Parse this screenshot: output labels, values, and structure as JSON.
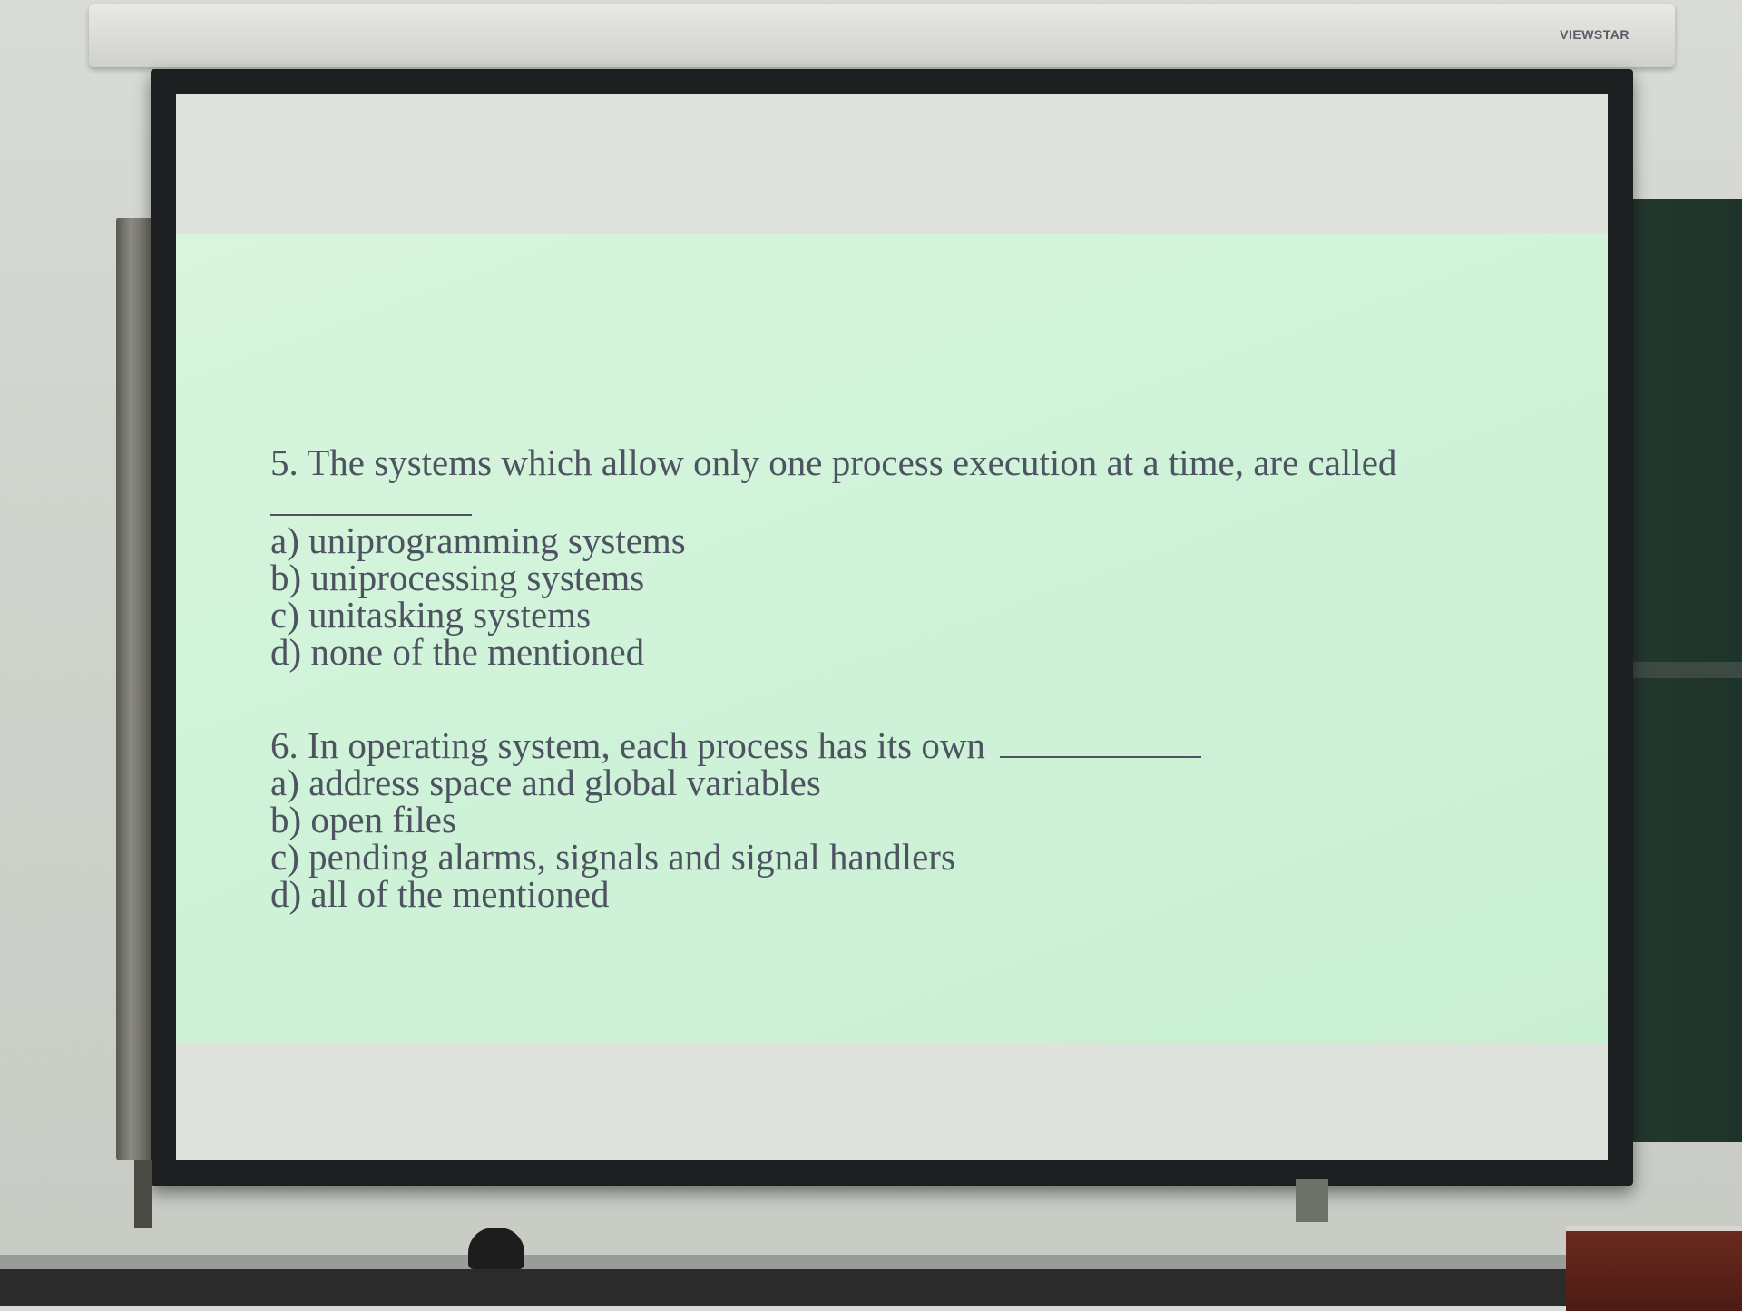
{
  "projector_screen": {
    "brand": "VIEWSTAR"
  },
  "slide": {
    "question_5": {
      "prompt": "5. The systems which allow only one process execution at a time, are called",
      "options": [
        "a) uniprogramming systems",
        "b) uniprocessing systems",
        "c) unitasking systems",
        "d) none of the mentioned"
      ]
    },
    "question_6": {
      "prompt": "6. In operating system, each process has its own",
      "options": [
        "a) address space and global variables",
        "b) open files",
        "c) pending alarms, signals and signal handlers",
        "d) all of the mentioned"
      ]
    },
    "text_color": "#4e5361",
    "background_color": "#d2f3da"
  }
}
